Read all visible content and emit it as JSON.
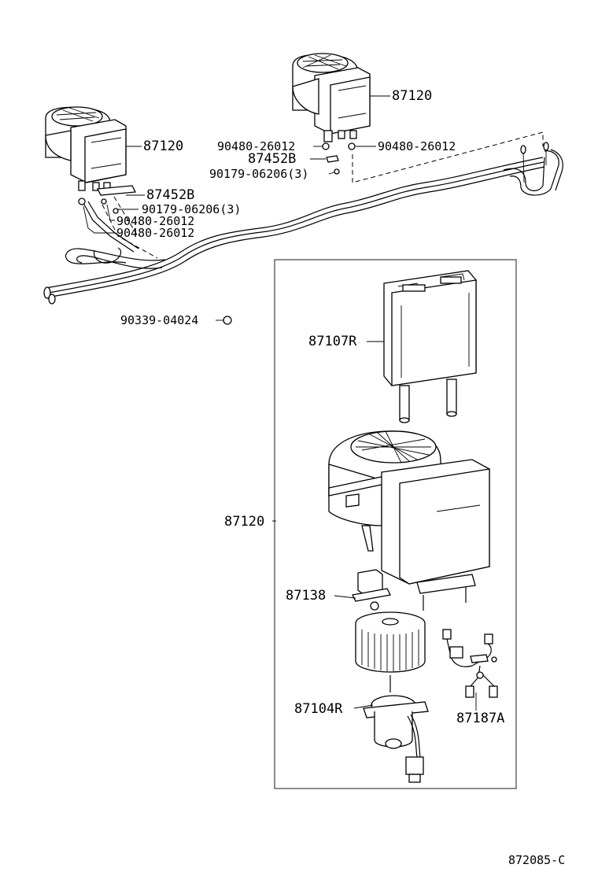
{
  "labels": {
    "unit_top_right": "87120",
    "clamp_right": "90480-26012",
    "clamp_left_top": "90480-26012",
    "bracket_top": "87452B",
    "screw_top": "90179-06206(3)",
    "unit_left": "87120",
    "bracket_left": "87452B",
    "screw_left": "90179-06206(3)",
    "clamp_left_1": "90480-26012",
    "clamp_left_2": "90480-26012",
    "grommet": "90339-04024",
    "heater_core": "87107R",
    "blower_assy": "87120",
    "resistor": "87138",
    "motor": "87104R",
    "wire": "87187A",
    "diagram_code": "872085-C"
  }
}
